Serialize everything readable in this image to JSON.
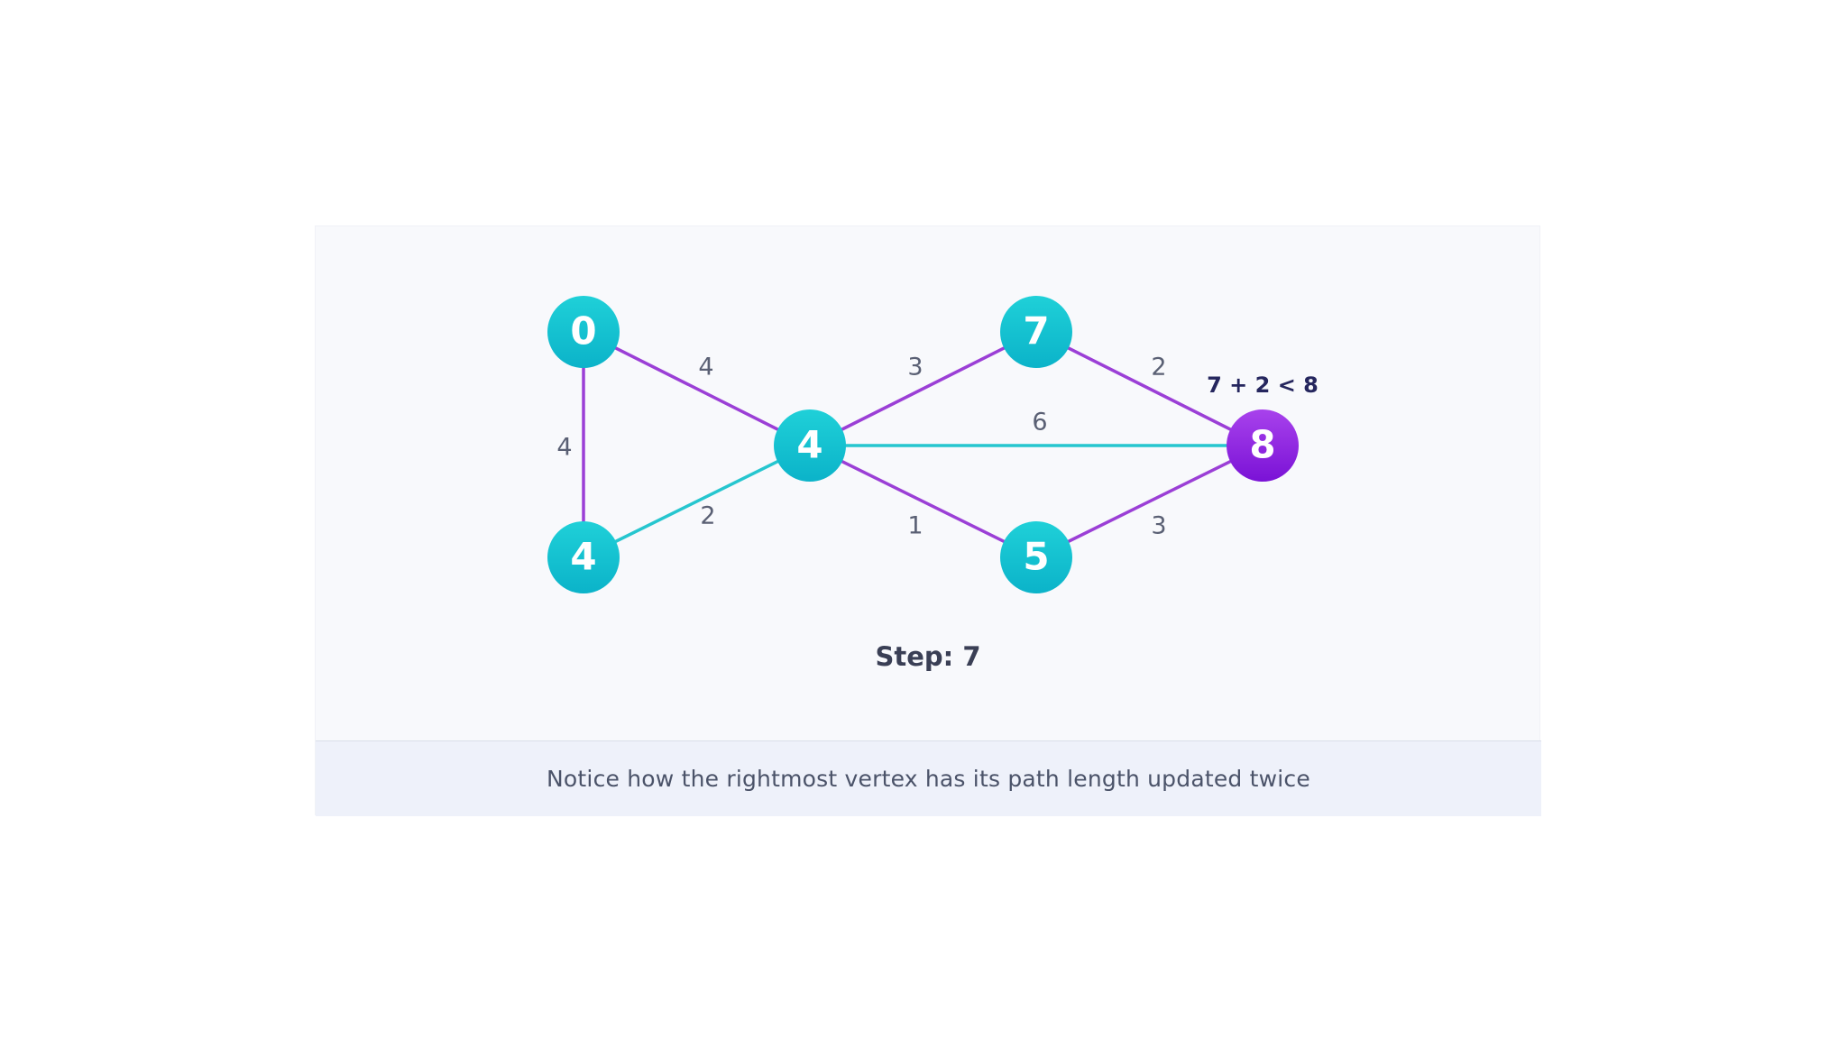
{
  "diagram": {
    "colors": {
      "default_edge": "#9b3fd6",
      "highlight_edge": "#26c6cf",
      "default_node_top": "#1fd0d8",
      "default_node_bottom": "#0bb3c9",
      "active_node_top": "#a842ec",
      "active_node_bottom": "#7a12d6",
      "node_text": "#ffffff"
    },
    "nodes": [
      {
        "id": "n0",
        "label": "0",
        "state": "default"
      },
      {
        "id": "n1",
        "label": "4",
        "state": "default"
      },
      {
        "id": "n2",
        "label": "4",
        "state": "default"
      },
      {
        "id": "n3",
        "label": "7",
        "state": "default"
      },
      {
        "id": "n4",
        "label": "5",
        "state": "default"
      },
      {
        "id": "n5",
        "label": "8",
        "state": "active"
      }
    ],
    "edges": [
      {
        "id": "e0",
        "from": "n0",
        "to": "n2",
        "weight": "4",
        "state": "default"
      },
      {
        "id": "e1",
        "from": "n0",
        "to": "n1",
        "weight": "4",
        "state": "default"
      },
      {
        "id": "e2",
        "from": "n1",
        "to": "n2",
        "weight": "2",
        "state": "highlight"
      },
      {
        "id": "e3",
        "from": "n2",
        "to": "n3",
        "weight": "3",
        "state": "default"
      },
      {
        "id": "e4",
        "from": "n2",
        "to": "n5",
        "weight": "6",
        "state": "highlight"
      },
      {
        "id": "e5",
        "from": "n2",
        "to": "n4",
        "weight": "1",
        "state": "default"
      },
      {
        "id": "e6",
        "from": "n3",
        "to": "n5",
        "weight": "2",
        "state": "default"
      },
      {
        "id": "e7",
        "from": "n4",
        "to": "n5",
        "weight": "3",
        "state": "default"
      }
    ],
    "annotation": "7 + 2 < 8",
    "step_label": "Step: 7"
  },
  "caption": "Notice how the rightmost vertex has its path length updated twice"
}
